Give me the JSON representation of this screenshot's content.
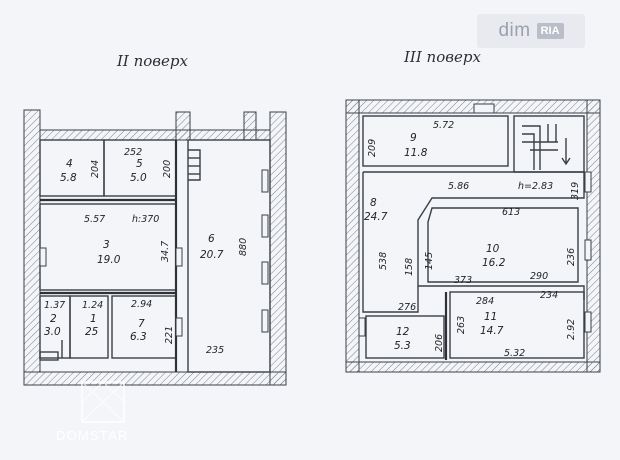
{
  "floor_left": {
    "title": "II поверх"
  },
  "floor_right": {
    "title": "III поверх"
  },
  "rooms_left": [
    {
      "num": "4",
      "area": "5.8"
    },
    {
      "num": "5",
      "area": "5.0"
    },
    {
      "num": "3",
      "area": "19.0"
    },
    {
      "num": "6",
      "area": "20.7"
    },
    {
      "num": "2",
      "area": "3.0"
    },
    {
      "num": "1",
      "area": "25"
    },
    {
      "num": "7",
      "area": "6.3"
    }
  ],
  "dims_left": {
    "d252": "252",
    "d204": "204",
    "d200": "200",
    "d557": "5.57",
    "h370": "h:370",
    "d347": "34.7",
    "d880": "880",
    "d137": "1.37",
    "d124": "1.24",
    "d294": "2.94",
    "d221": "221",
    "d235": "235"
  },
  "rooms_right": [
    {
      "num": "9",
      "area": "11.8"
    },
    {
      "num": "8",
      "area": "24.7"
    },
    {
      "num": "10",
      "area": "16.2"
    },
    {
      "num": "11",
      "area": "14.7"
    },
    {
      "num": "12",
      "area": "5.3"
    }
  ],
  "dims_right": {
    "d572": "5.72",
    "d209": "209",
    "d586": "5.86",
    "h283": "h=2.83",
    "d319": "319",
    "d613": "613",
    "d538": "538",
    "d158": "158",
    "d145": "145",
    "d373": "373",
    "d290": "290",
    "d236": "236",
    "d276": "276",
    "d284": "284",
    "d234": "234",
    "d263": "263",
    "d292": "2.92",
    "d206": "206",
    "d532": "5.32"
  },
  "watermark": {
    "brand": "dim",
    "ria": "RIA",
    "agency": "DOMSTAR"
  }
}
